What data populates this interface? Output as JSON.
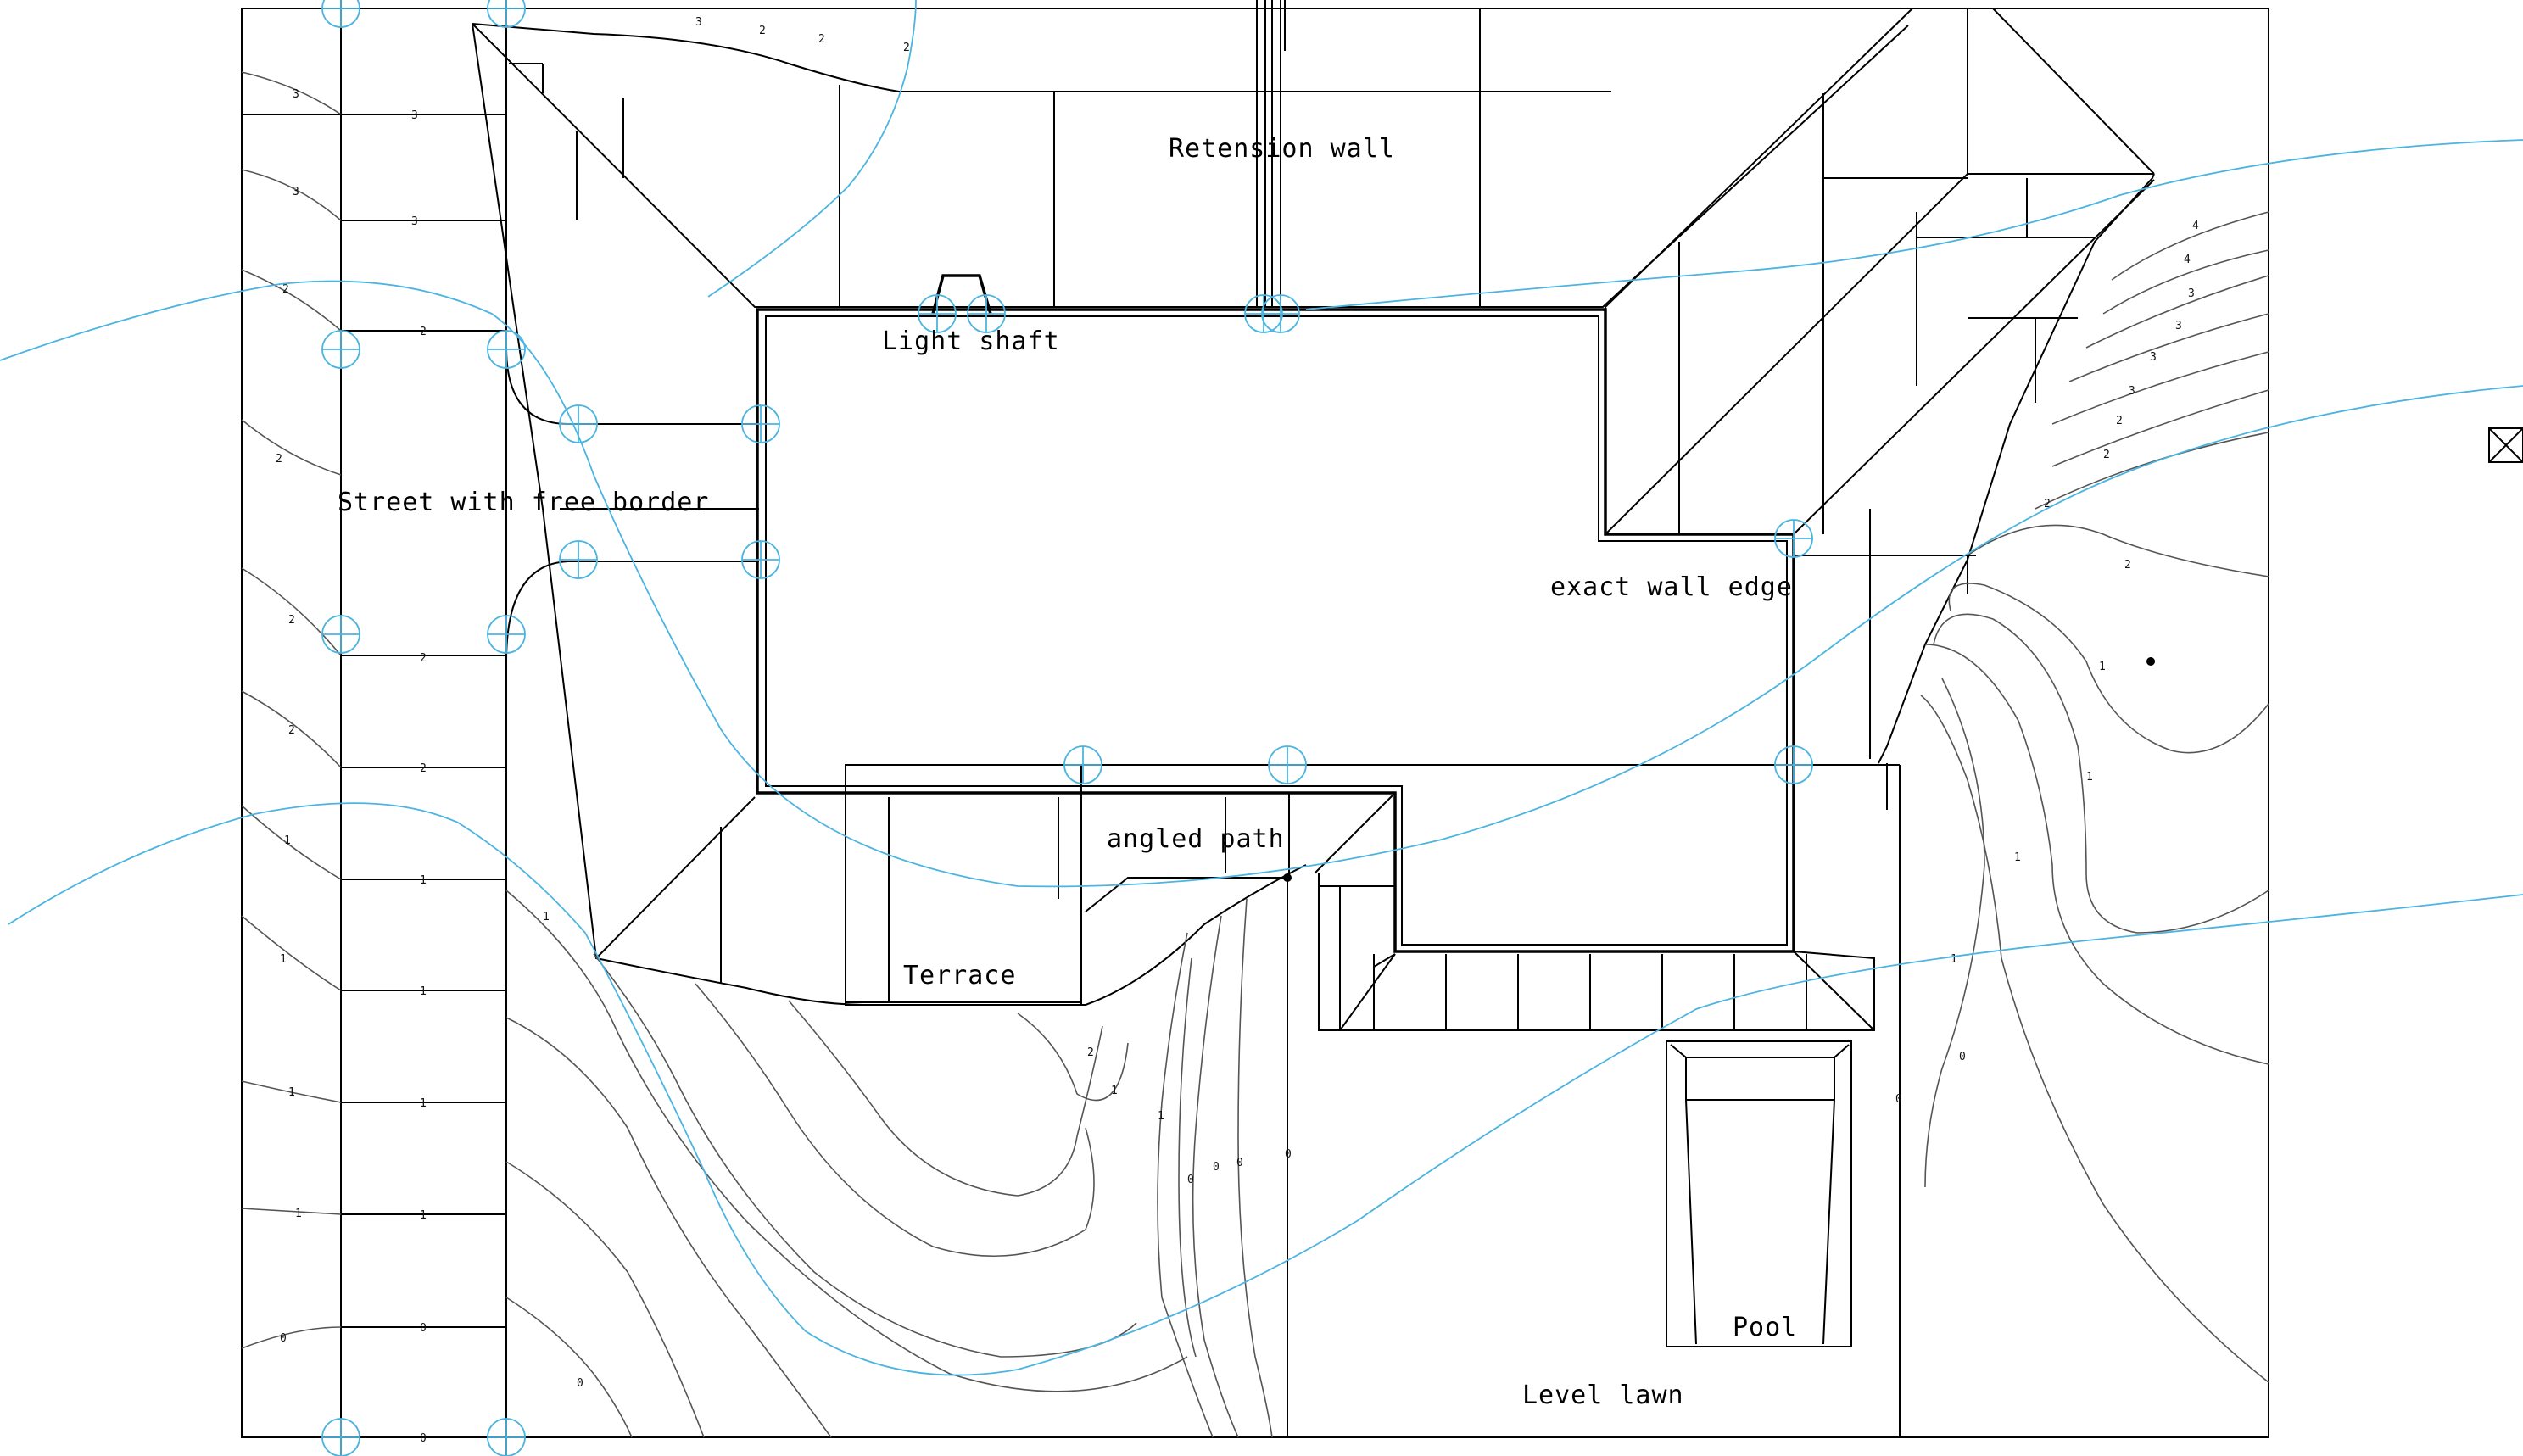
{
  "labels": {
    "retension_wall": "Retension wall",
    "light_shaft": "Light shaft",
    "street": "Street with free border",
    "exact_wall_edge": "exact wall edge",
    "angled_path": "angled path",
    "terrace": "Terrace",
    "pool": "Pool",
    "level_lawn": "Level lawn"
  },
  "contour_labels": [
    "3",
    "3",
    "3",
    "3",
    "3",
    "2",
    "2",
    "2",
    "2",
    "2",
    "2",
    "2",
    "2",
    "2",
    "2",
    "1",
    "1",
    "1",
    "1",
    "1",
    "1",
    "1",
    "1",
    "1",
    "0",
    "0",
    "0",
    "0",
    "0",
    "4",
    "4",
    "3",
    "3",
    "3",
    "3",
    "2",
    "2",
    "2",
    "1",
    "1",
    "1",
    "1",
    "0",
    "0",
    "0",
    "2",
    "2",
    "1",
    "1",
    "0",
    "0"
  ],
  "colors": {
    "lines": "#000000",
    "contours": "#555555",
    "survey_blue": "#4bb4e0",
    "background": "#ffffff"
  }
}
